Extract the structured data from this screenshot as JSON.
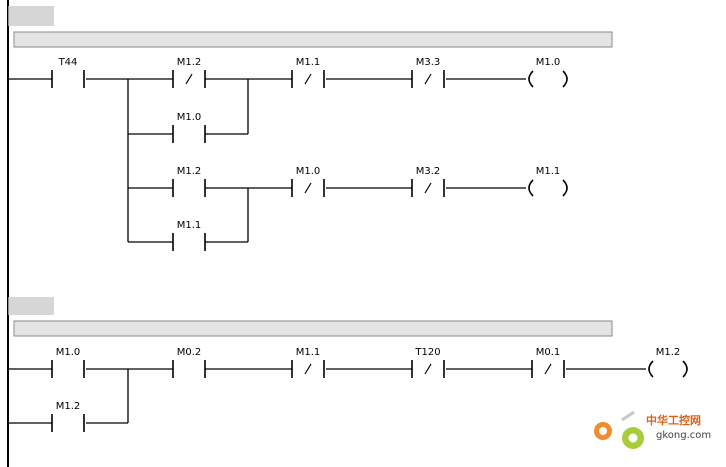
{
  "networks": [
    {
      "rungs": [
        {
          "contacts": [
            {
              "label": "T44",
              "negated": false
            },
            {
              "label": "M1.2",
              "negated": true
            },
            {
              "label": "M1.1",
              "negated": true
            },
            {
              "label": "M3.3",
              "negated": true
            }
          ],
          "branch": {
            "label": "M1.0",
            "negated": false
          },
          "coil": "M1.0"
        },
        {
          "contacts": [
            {
              "label": "M1.2",
              "negated": false
            },
            {
              "label": "M1.0",
              "negated": true
            },
            {
              "label": "M3.2",
              "negated": true
            }
          ],
          "branch": {
            "label": "M1.1",
            "negated": false
          },
          "coil": "M1.1"
        }
      ]
    },
    {
      "rungs": [
        {
          "contacts": [
            {
              "label": "M1.0",
              "negated": false
            },
            {
              "label": "M0.2",
              "negated": false
            },
            {
              "label": "M1.1",
              "negated": true
            },
            {
              "label": "T120",
              "negated": true
            },
            {
              "label": "M0.1",
              "negated": true
            }
          ],
          "branch": {
            "label": "M1.2",
            "negated": false
          },
          "coil": "M1.2"
        }
      ]
    }
  ],
  "watermark": {
    "brand_cn": "中华工控网",
    "domain": "gkong.com",
    "brand_color": "#e0601a"
  }
}
